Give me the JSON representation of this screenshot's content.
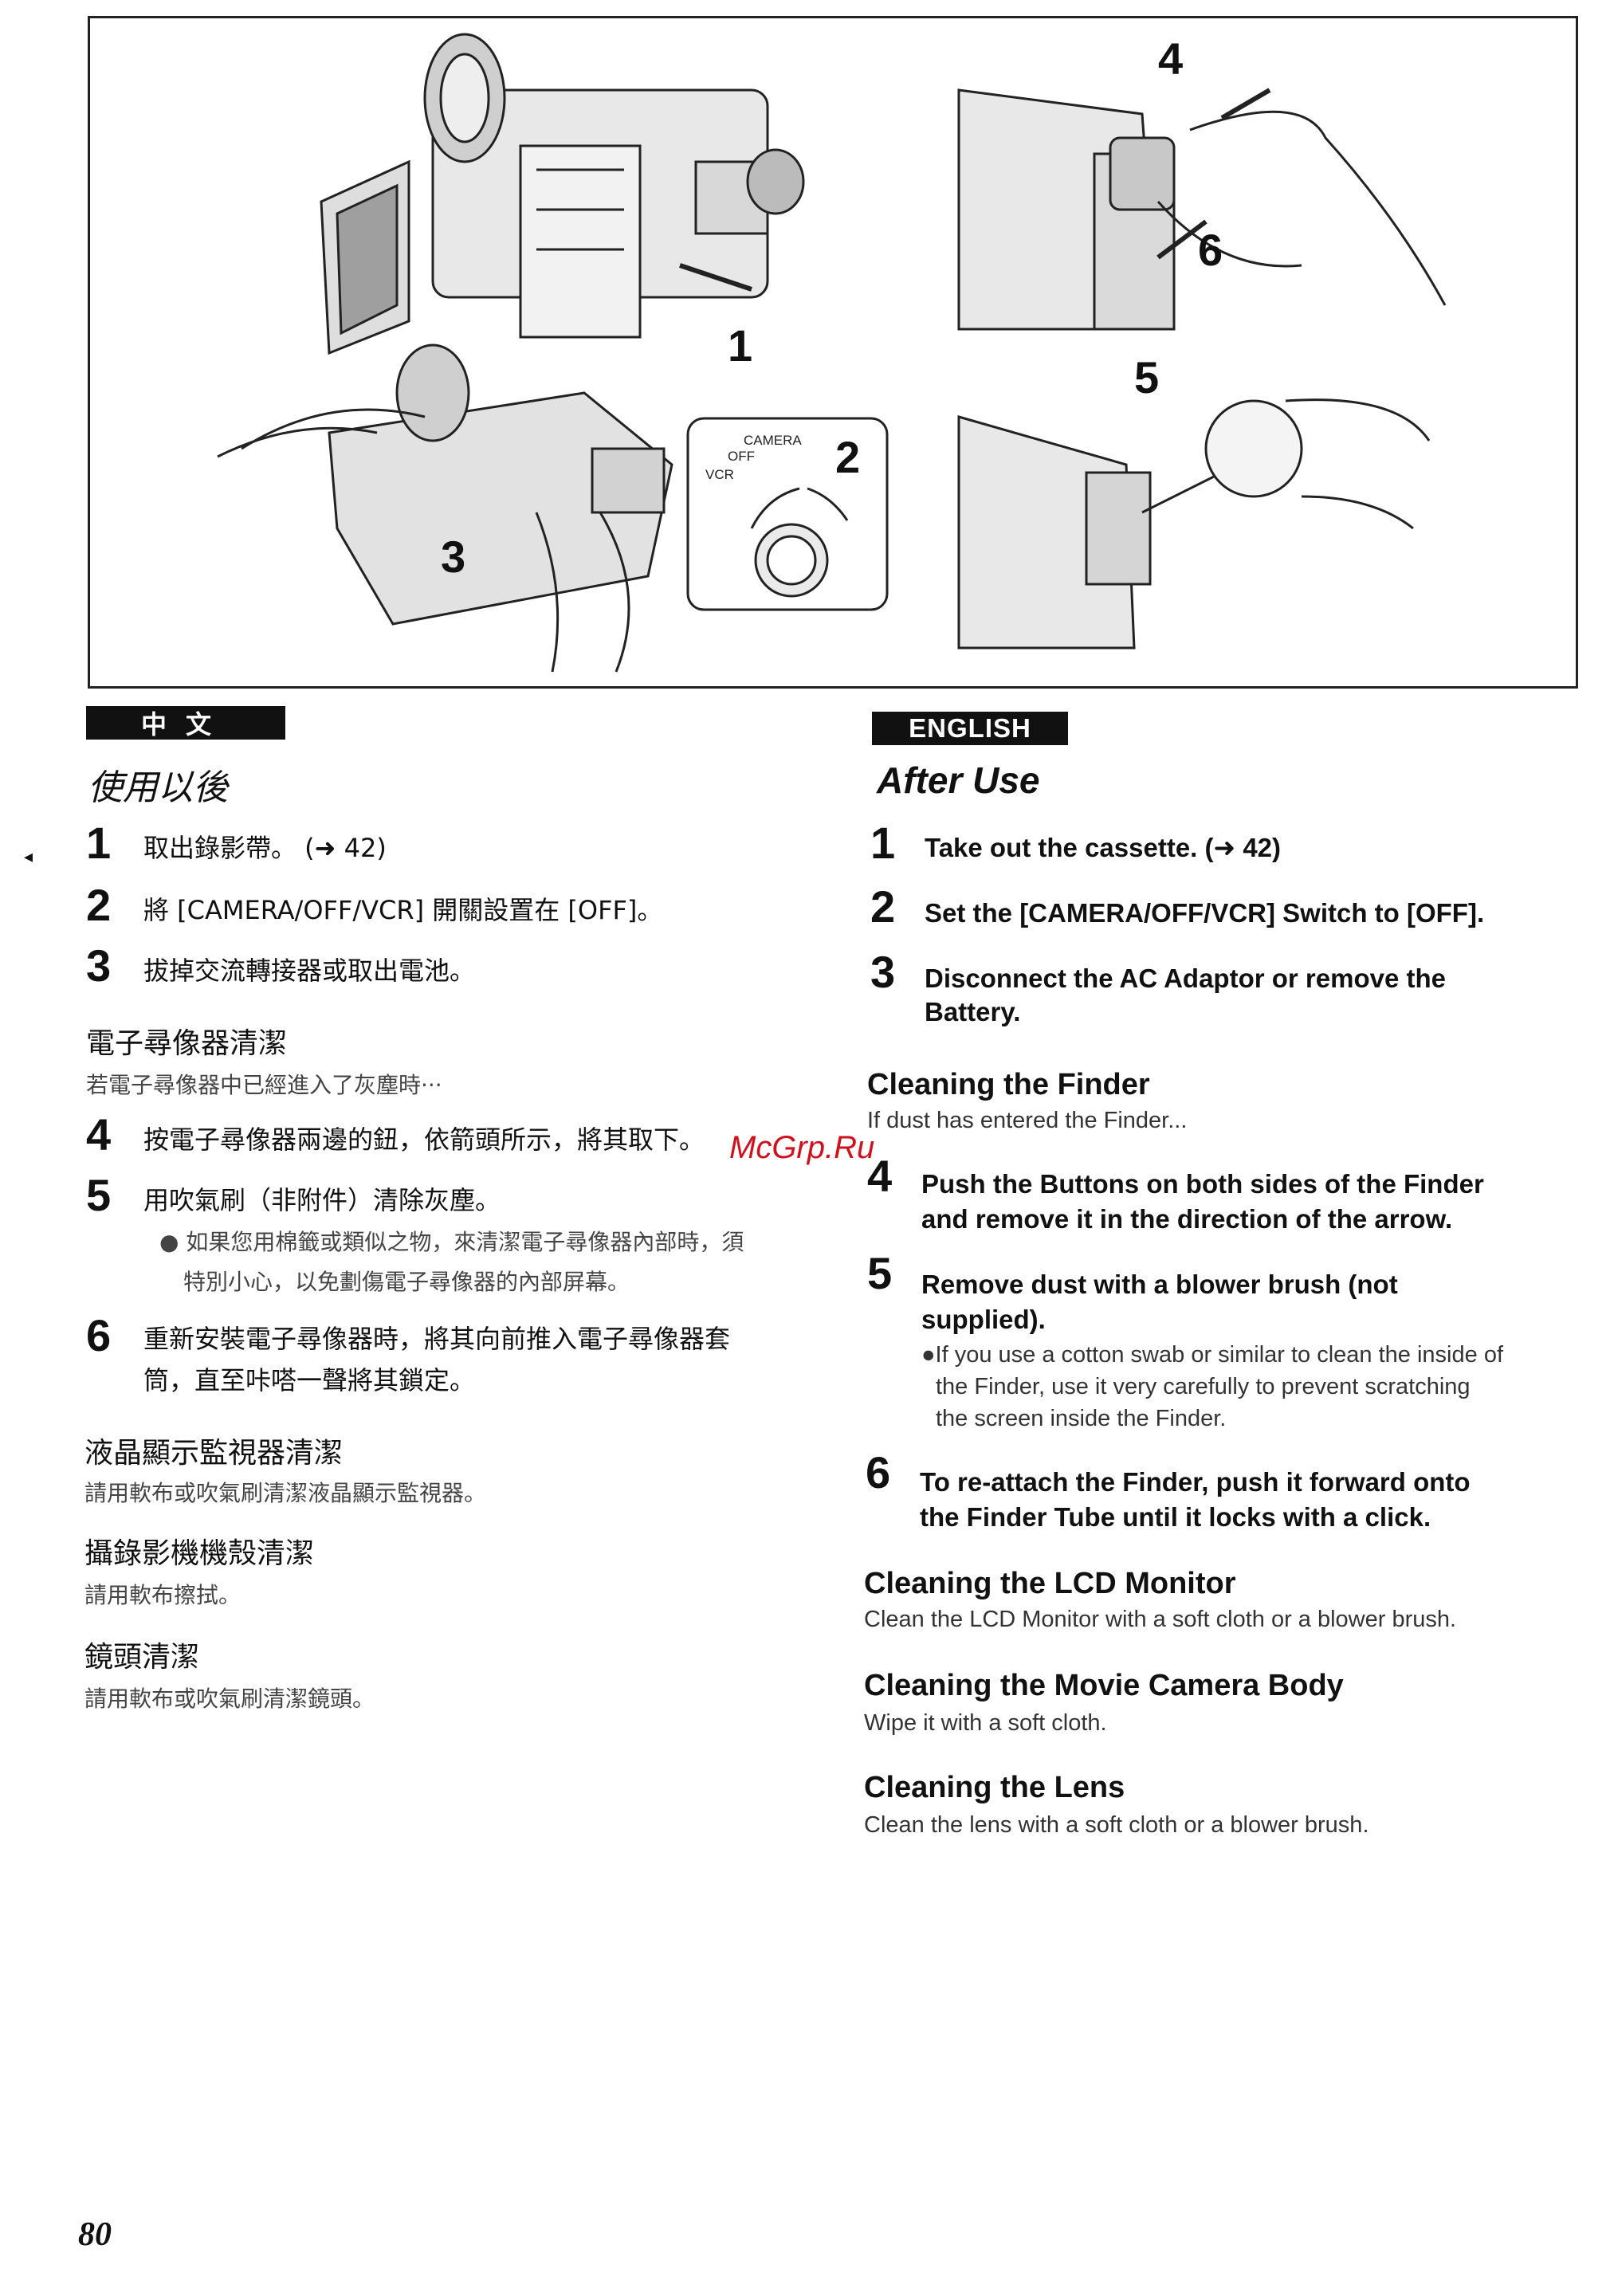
{
  "figure": {
    "callouts": [
      "1",
      "2",
      "3",
      "4",
      "5",
      "6"
    ],
    "switch_labels": {
      "camera": "CAMERA",
      "off": "OFF",
      "vcr": "VCR"
    }
  },
  "zh": {
    "tag": "中文",
    "title": "使用以後",
    "steps": [
      {
        "num": "1",
        "text": "取出錄影帶。 (➜ 42)"
      },
      {
        "num": "2",
        "text": "將 [CAMERA/OFF/VCR] 開關設置在 [OFF]。"
      },
      {
        "num": "3",
        "text": "拔掉交流轉接器或取出電池。"
      }
    ],
    "finder_heading": "電子尋像器清潔",
    "finder_intro": "若電子尋像器中已經進入了灰塵時···",
    "finder_steps": [
      {
        "num": "4",
        "text": "按電子尋像器兩邊的鈕，依箭頭所示，將其取下。"
      },
      {
        "num": "5",
        "text": "用吹氣刷（非附件）清除灰塵。"
      }
    ],
    "finder_note_line1": "● 如果您用棉籤或類似之物，來清潔電子尋像器內部時，須",
    "finder_note_line2": "特別小心，以免劃傷電子尋像器的內部屏幕。",
    "step6_num": "6",
    "step6_line1": "重新安裝電子尋像器時，將其向前推入電子尋像器套",
    "step6_line2": "筒，直至咔嗒一聲將其鎖定。",
    "lcd_heading": "液晶顯示監視器清潔",
    "lcd_text": "請用軟布或吹氣刷清潔液晶顯示監視器。",
    "body_heading": "攝錄影機機殼清潔",
    "body_text": "請用軟布擦拭。",
    "lens_heading": "鏡頭清潔",
    "lens_text": "請用軟布或吹氣刷清潔鏡頭。"
  },
  "en": {
    "tag": "ENGLISH",
    "title": "After Use",
    "steps": [
      {
        "num": "1",
        "text": "Take out the cassette. (➜ 42)"
      },
      {
        "num": "2",
        "text": "Set the [CAMERA/OFF/VCR] Switch to [OFF]."
      }
    ],
    "step3_num": "3",
    "step3_line1": "Disconnect the AC Adaptor or remove the",
    "step3_line2": "Battery.",
    "finder_heading": "Cleaning the Finder",
    "finder_intro": "If dust has entered the Finder...",
    "step4_num": "4",
    "step4_line1": "Push the Buttons on both sides of the Finder",
    "step4_line2": "and remove it in the direction of the arrow.",
    "step5_num": "5",
    "step5_line1": "Remove dust with a blower brush (not",
    "step5_line2": "supplied).",
    "step5_note_line1": "●If you use a cotton swab or similar to clean the inside of",
    "step5_note_line2": "the Finder, use it very carefully to prevent scratching",
    "step5_note_line3": "the screen inside the Finder.",
    "step6_num": "6",
    "step6_line1": "To re-attach the Finder, push it forward onto",
    "step6_line2": "the Finder Tube until it locks with a click.",
    "lcd_heading": "Cleaning the LCD Monitor",
    "lcd_text": "Clean the LCD Monitor with a soft cloth or a blower brush.",
    "body_heading": "Cleaning the Movie Camera Body",
    "body_text": "Wipe it with a soft cloth.",
    "lens_heading": "Cleaning the Lens",
    "lens_text": "Clean the lens with a soft cloth or a blower brush."
  },
  "watermark": "McGrp.Ru",
  "page_number": "80"
}
